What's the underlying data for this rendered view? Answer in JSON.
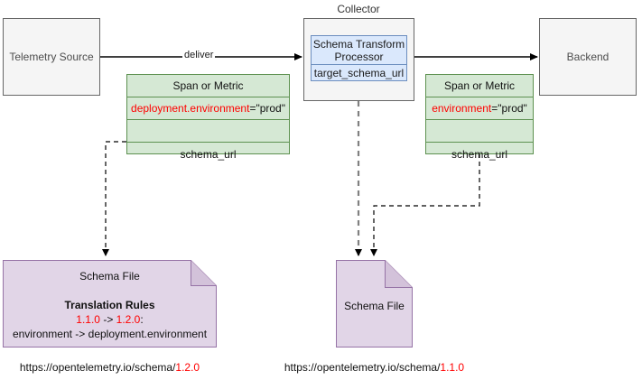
{
  "diagram": {
    "title_caption": "Collector",
    "nodes": {
      "telemetry_source": {
        "label": "Telemetry Source"
      },
      "backend": {
        "label": "Backend"
      },
      "processor": {
        "title": "Schema Transform Processor",
        "row": "target_schema_url"
      }
    },
    "edges": {
      "deliver_label": "deliver"
    },
    "tables": {
      "left_span": {
        "header": "Span or Metric",
        "attribute_key": "deployment.environment",
        "attribute_value": "=\"prod\"",
        "empty_row": "",
        "schema_row": "schema_url"
      },
      "right_span": {
        "header": "Span or Metric",
        "attribute_key": "environment",
        "attribute_value": "=\"prod\"",
        "empty_row": "",
        "schema_row": "schema_url"
      }
    },
    "schema_files": {
      "left": {
        "label": "Schema File",
        "rules_title": "Translation Rules",
        "rule_from": "1.1.0",
        "rule_arrow": " -> ",
        "rule_to": "1.2.0",
        "rule_colon": ":",
        "rule_mapping": "environment -> deployment.environment",
        "url_base": "https://opentelemetry.io/schema/",
        "url_version": "1.2.0"
      },
      "right": {
        "label": "Schema File",
        "url_base": "https://opentelemetry.io/schema/",
        "url_version": "1.1.0"
      }
    },
    "colors": {
      "green_fill": "#d5e8d4",
      "green_stroke": "#5d9150",
      "blue_fill": "#dae8fc",
      "blue_stroke": "#6c8ebf",
      "purple_fill": "#e1d5e7",
      "purple_stroke": "#9673a6",
      "gray_fill": "#f5f5f5",
      "gray_stroke": "#666666",
      "accent_red": "#ff0000"
    }
  }
}
